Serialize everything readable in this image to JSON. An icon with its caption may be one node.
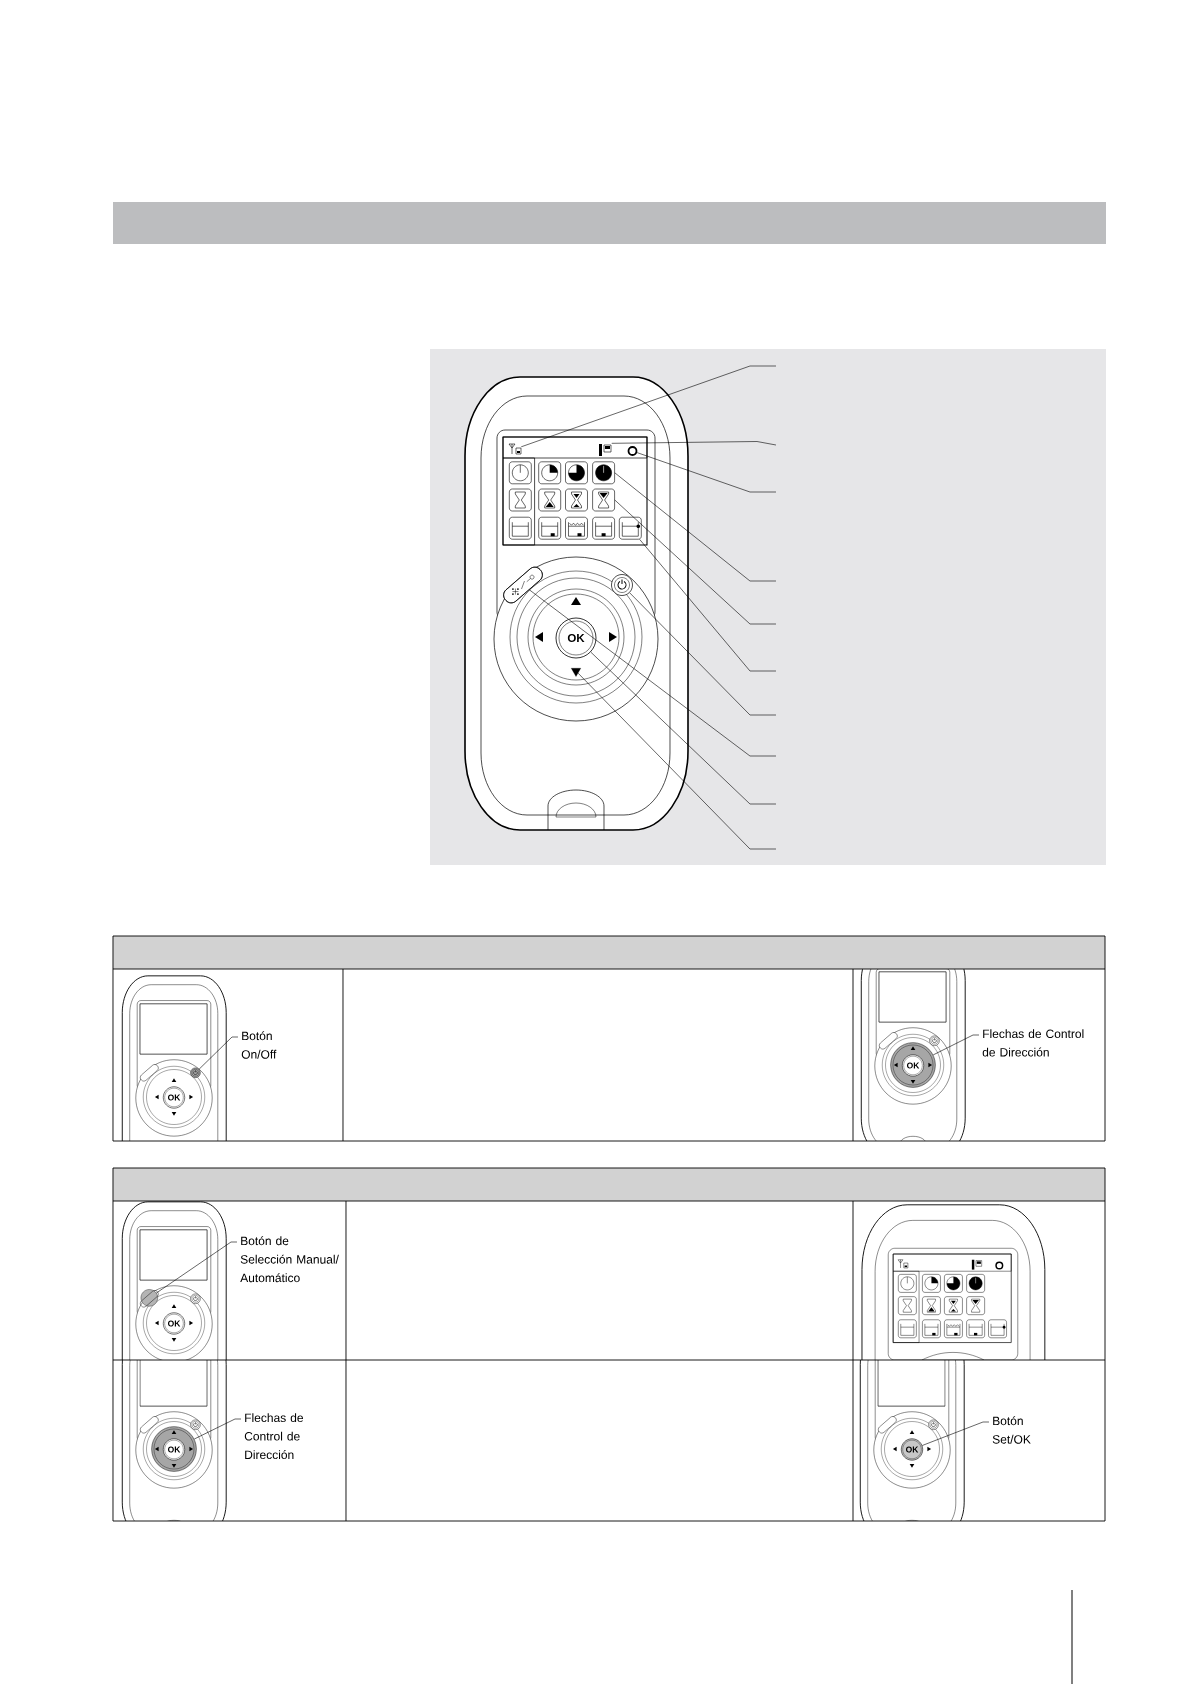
{
  "diagram": {
    "nodes": [
      {
        "text": [],
        "shape": "bar"
      },
      {
        "text": [],
        "shape": "picture"
      },
      {
        "text": [],
        "shape": "picture"
      },
      {
        "text": [],
        "shape": "circle"
      },
      {
        "text": [],
        "shape": "picture"
      },
      {
        "text": [],
        "shape": "picture"
      },
      {
        "text": [],
        "shape": "picture"
      },
      {
        "text": [],
        "shape": "circle"
      },
      {
        "text": [],
        "shape": "box"
      },
      {
        "text": [
          "OK"
        ]
      },
      {
        "text": [],
        "shape": "triangle"
      },
      {
        "text": [
          "Botón On/Off"
        ]
      },
      {
        "text": [],
        "shape": "circle"
      },
      {
        "text": [
          "Flechas de Control de Dirección"
        ]
      },
      {
        "text": [],
        "shape": "circle"
      },
      {
        "text": [
          "Botón de Selección Manual/ Automático"
        ]
      },
      {
        "text": [],
        "shape": "circle"
      },
      {
        "text": [
          "Flechas de Control de Dirección"
        ]
      },
      {
        "text": [],
        "shape": "circle"
      },
      {
        "text": [
          "Botón Set/OK"
        ]
      },
      {
        "text": [
          "OK"
        ]
      }
    ],
    "edges": [
      {
        "from": null,
        "to": 1,
        "arrow": "none"
      },
      {
        "from": null,
        "to": 2,
        "arrow": "none"
      },
      {
        "from": null,
        "to": 3,
        "arrow": "none"
      },
      {
        "from": null,
        "to": 4,
        "arrow": "none"
      },
      {
        "from": null,
        "to": 5,
        "arrow": "none"
      },
      {
        "from": null,
        "to": 6,
        "arrow": "none"
      },
      {
        "from": null,
        "to": 7,
        "arrow": "none"
      },
      {
        "from": null,
        "to": 8,
        "arrow": "none"
      },
      {
        "from": null,
        "to": 9,
        "arrow": "none"
      },
      {
        "from": null,
        "to": 10,
        "arrow": "none"
      },
      {
        "from": 11,
        "to": 12,
        "arrow": "none"
      },
      {
        "from": 13,
        "to": 14,
        "arrow": "none"
      },
      {
        "from": 15,
        "to": 16,
        "arrow": "none"
      },
      {
        "from": 17,
        "to": 18,
        "arrow": "none"
      },
      {
        "from": 19,
        "to": 20,
        "arrow": "none"
      }
    ],
    "labels": [
      "OK",
      "OK",
      "OK",
      "OK"
    ]
  }
}
